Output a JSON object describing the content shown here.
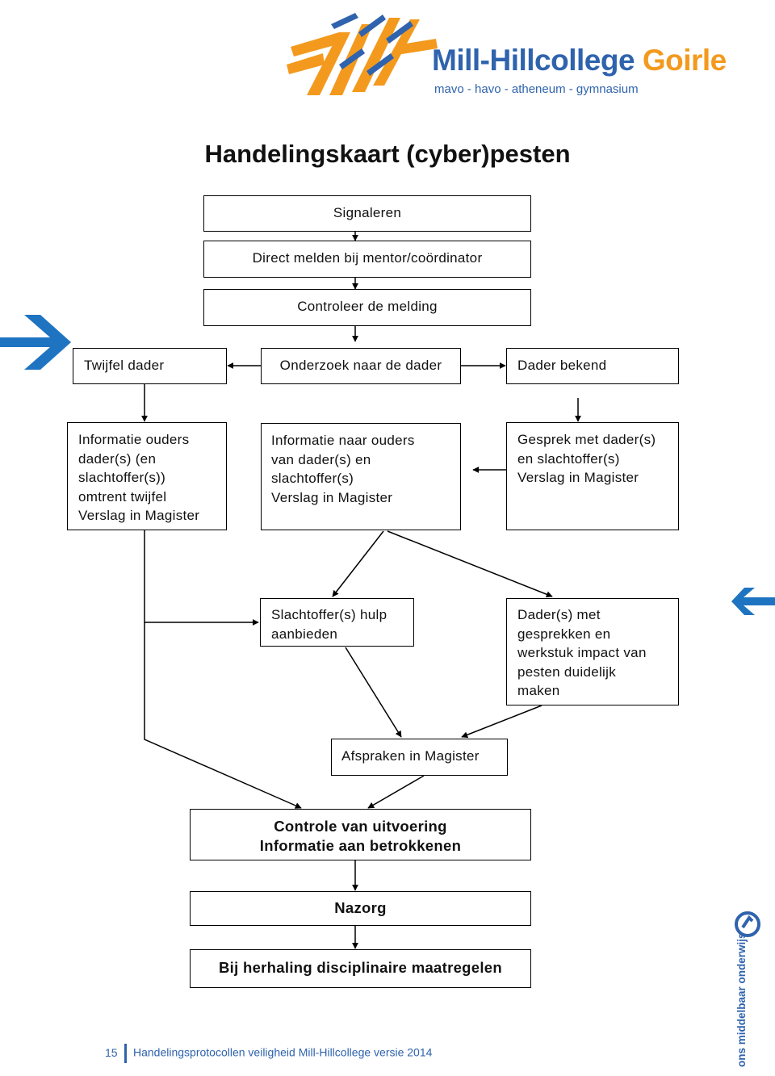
{
  "logo": {
    "name_part1": "Mill-Hillcollege",
    "name_part2": "Goirle",
    "subtitle": "mavo - havo - atheneum - gymnasium"
  },
  "title": "Handelingskaart (cyber)pesten",
  "steps": {
    "signaleren": "Signaleren",
    "direct_melden": "Direct melden bij mentor/coördinator",
    "controleer": "Controleer de melding",
    "twijfel_dader": "Twijfel dader",
    "onderzoek": "Onderzoek naar de dader",
    "dader_bekend": "Dader bekend",
    "info_ouders_twijfel": [
      "Informatie ouders",
      "dader(s) (en",
      "slachtoffer(s))",
      "omtrent twijfel",
      "Verslag in Magister"
    ],
    "info_naar_ouders": [
      "Informatie naar ouders",
      "van dader(s) en",
      "slachtoffer(s)",
      "Verslag in Magister"
    ],
    "gesprek": [
      "Gesprek met dader(s)",
      "en slachtoffer(s)",
      "Verslag in Magister"
    ],
    "slachtoffer_hulp": [
      "Slachtoffer(s) hulp",
      "aanbieden"
    ],
    "dader_gesprekken": [
      "Dader(s) met",
      "gesprekken en",
      "werkstuk impact van",
      "pesten duidelijk",
      "maken"
    ],
    "afspraken": "Afspraken in Magister",
    "controle": [
      "Controle van uitvoering",
      "Informatie aan betrokkenen"
    ],
    "nazorg": "Nazorg",
    "herhaling": "Bij herhaling disciplinaire maatregelen"
  },
  "footer": {
    "page_number": "15",
    "text": "Handelingsprotocollen veiligheid Mill-Hillcollege versie 2014"
  },
  "side_brand": "ons middelbaar onderwijs",
  "colors": {
    "brand_blue": "#2f63ad",
    "brand_orange": "#f39a1e",
    "accent_arrow_blue": "#1f74c2"
  }
}
